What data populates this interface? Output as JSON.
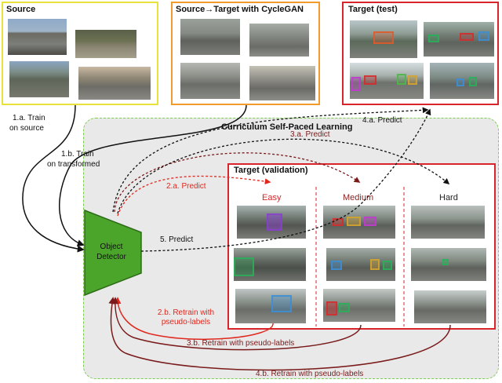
{
  "panels": {
    "source": {
      "title": "Source",
      "border_color": "#e8e23a"
    },
    "cyclegan": {
      "title": "Source→Target with CycleGAN",
      "border_color": "#f39a2d"
    },
    "target_test": {
      "title": "Target (test)",
      "border_color": "#d9242b"
    },
    "curriculum": {
      "title": "Curriculum Self-Paced Learning",
      "border_color": "#7fcf4f"
    },
    "validation": {
      "title": "Target (validation)",
      "border_color": "#d9242b"
    }
  },
  "difficulty": {
    "easy": {
      "label": "Easy",
      "color": "#d9242b"
    },
    "medium": {
      "label": "Medium",
      "color": "#8b1f1f"
    },
    "hard": {
      "label": "Hard",
      "color": "#222222"
    }
  },
  "detector": {
    "line1": "Object",
    "line2": "Detector",
    "color": "#4aa52a"
  },
  "arrows": {
    "a1a_line1": "1.a. Train",
    "a1a_line2": "on source",
    "a1b_line1": "1.b. Train",
    "a1b_line2": "on transformed",
    "a2a": "2.a. Predict",
    "a3a": "3.a. Predict",
    "a4a": "4.a. Predict",
    "a5": "5. Predict",
    "a2b_line1": "2.b. Retrain with",
    "a2b_line2": "pseudo-labels",
    "a3b": "3.b. Retrain with pseudo-labels",
    "a4b": "4.b. Retrain with pseudo-labels"
  },
  "colors": {
    "red": "#e0281e",
    "dark_red": "#7a1a1a",
    "black": "#111111",
    "gray_bg": "#e9e9e9"
  }
}
